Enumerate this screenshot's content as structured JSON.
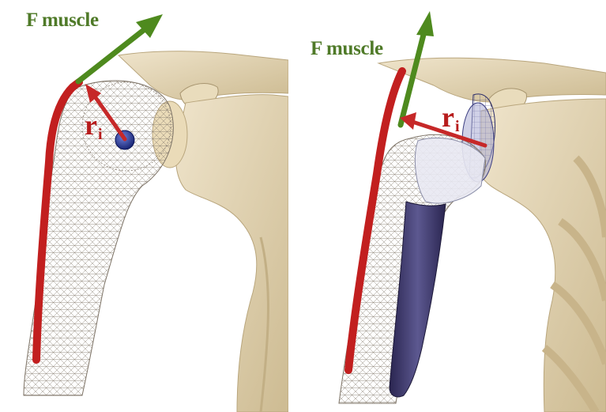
{
  "panels": [
    {
      "id": "anatomical",
      "force_label": "F muscle",
      "moment_arm_label": "r",
      "moment_arm_subscript": "i"
    },
    {
      "id": "prosthesis",
      "force_label": "F muscle",
      "moment_arm_label": "r",
      "moment_arm_subscript": "i"
    }
  ],
  "colors": {
    "muscle_path": "#c21f1f",
    "force_vector": "#4e8a1e",
    "moment_arm": "#c62828",
    "rotation_center": "#1a2f8c",
    "bone_mesh": "#8a7f72",
    "skeleton": "#e7d7b3",
    "implant": "#35305a"
  }
}
